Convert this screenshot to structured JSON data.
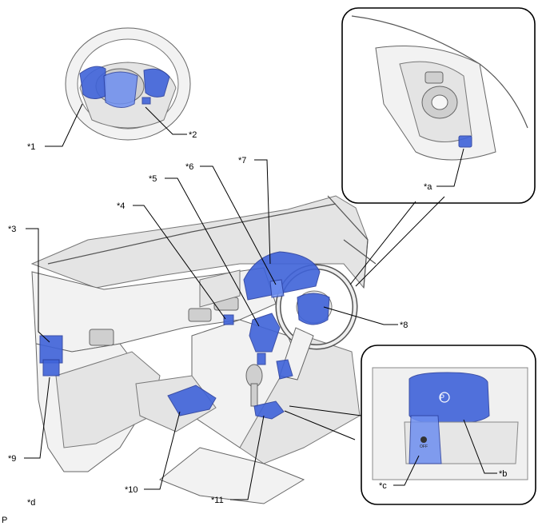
{
  "labels": {
    "l1": "*1",
    "l2": "*2",
    "l3": "*3",
    "l4": "*4",
    "l5": "*5",
    "l6": "*6",
    "l7": "*7",
    "l8": "*8",
    "l9": "*9",
    "l10": "*10",
    "l11": "*11",
    "la": "*a",
    "lb": "*b",
    "lc": "*c",
    "ld": "*d"
  },
  "footer_code": "P",
  "switch_text": {
    "parking_brake_symbol": "P",
    "vsc_off": "OFF"
  },
  "colors": {
    "highlight": "#3f63d9",
    "highlight_light": "#6e8ff0",
    "outline": "#555555"
  }
}
